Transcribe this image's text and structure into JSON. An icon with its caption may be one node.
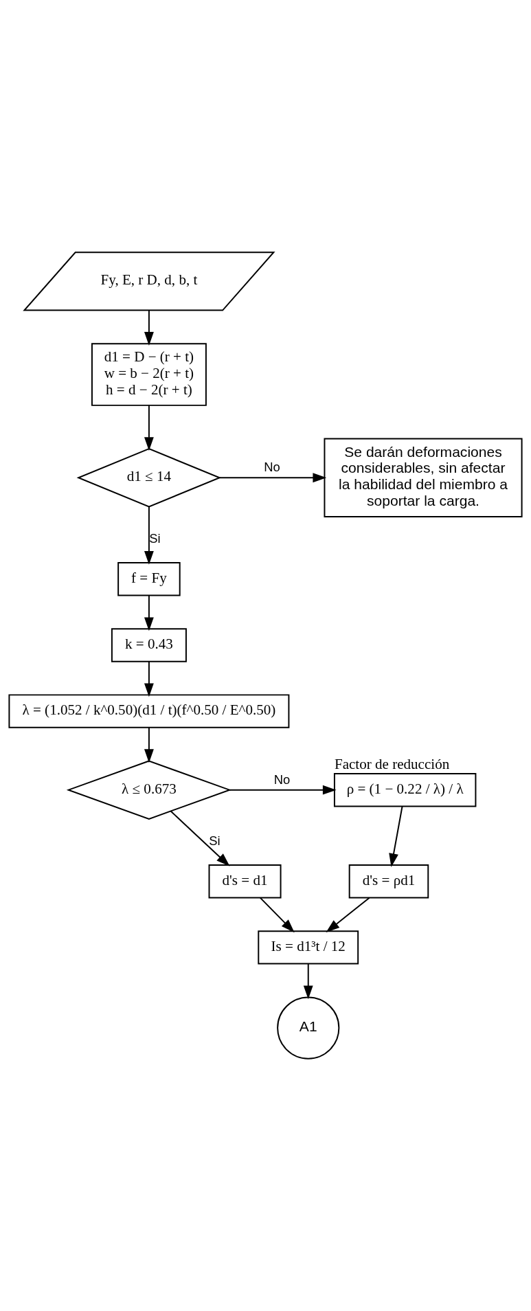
{
  "diagram": {
    "nodes": [
      {
        "text": [
          "Fy, E, r D, d, b, t"
        ]
      },
      {
        "text": [
          "d1 = D − (r + t)",
          "w = b − 2(r + t)",
          "h = d − 2(r + t)"
        ]
      },
      {
        "text": [
          "d1 ≤ 14"
        ]
      },
      {
        "text": [
          "Se darán deformaciones considerables, sin afectar la habilidad del miembro a soportar la carga."
        ]
      },
      {
        "text": [
          "f = Fy"
        ]
      },
      {
        "text": [
          "k = 0.43"
        ]
      },
      {
        "text": [
          "λ = (1.052 / k^0.50)(d1 / t)(f^0.50 / E^0.50)"
        ]
      },
      {
        "text": [
          "λ ≤ 0.673"
        ]
      },
      {
        "text": [
          "ρ = (1 − 0.22 / λ) / λ"
        ],
        "beside": [
          "Factor de reducción"
        ]
      },
      {
        "text": [
          "d's = d1"
        ]
      },
      {
        "text": [
          "d's = ρd1"
        ]
      },
      {
        "text": [
          "Is = d1³t / 12"
        ]
      },
      {
        "text": [
          "A1"
        ]
      }
    ],
    "edges": [
      {
        "from": 0,
        "to": 1,
        "arrow": "to"
      },
      {
        "from": 1,
        "to": 2,
        "arrow": "to"
      },
      {
        "from": 2,
        "to": 3,
        "arrow": "to",
        "label": "No"
      },
      {
        "from": 2,
        "to": 4,
        "arrow": "to",
        "label": "Si"
      },
      {
        "from": 4,
        "to": 5,
        "arrow": "to"
      },
      {
        "from": 5,
        "to": 6,
        "arrow": "to"
      },
      {
        "from": 6,
        "to": 7,
        "arrow": "to"
      },
      {
        "from": 7,
        "to": 8,
        "arrow": "to",
        "label": "No"
      },
      {
        "from": 7,
        "to": 9,
        "arrow": "to",
        "label": "Si"
      },
      {
        "from": 8,
        "to": 10,
        "arrow": "to"
      },
      {
        "from": 9,
        "to": 11,
        "arrow": "to"
      },
      {
        "from": 10,
        "to": 11,
        "arrow": "to"
      },
      {
        "from": 11,
        "to": 12,
        "arrow": "to"
      }
    ]
  }
}
